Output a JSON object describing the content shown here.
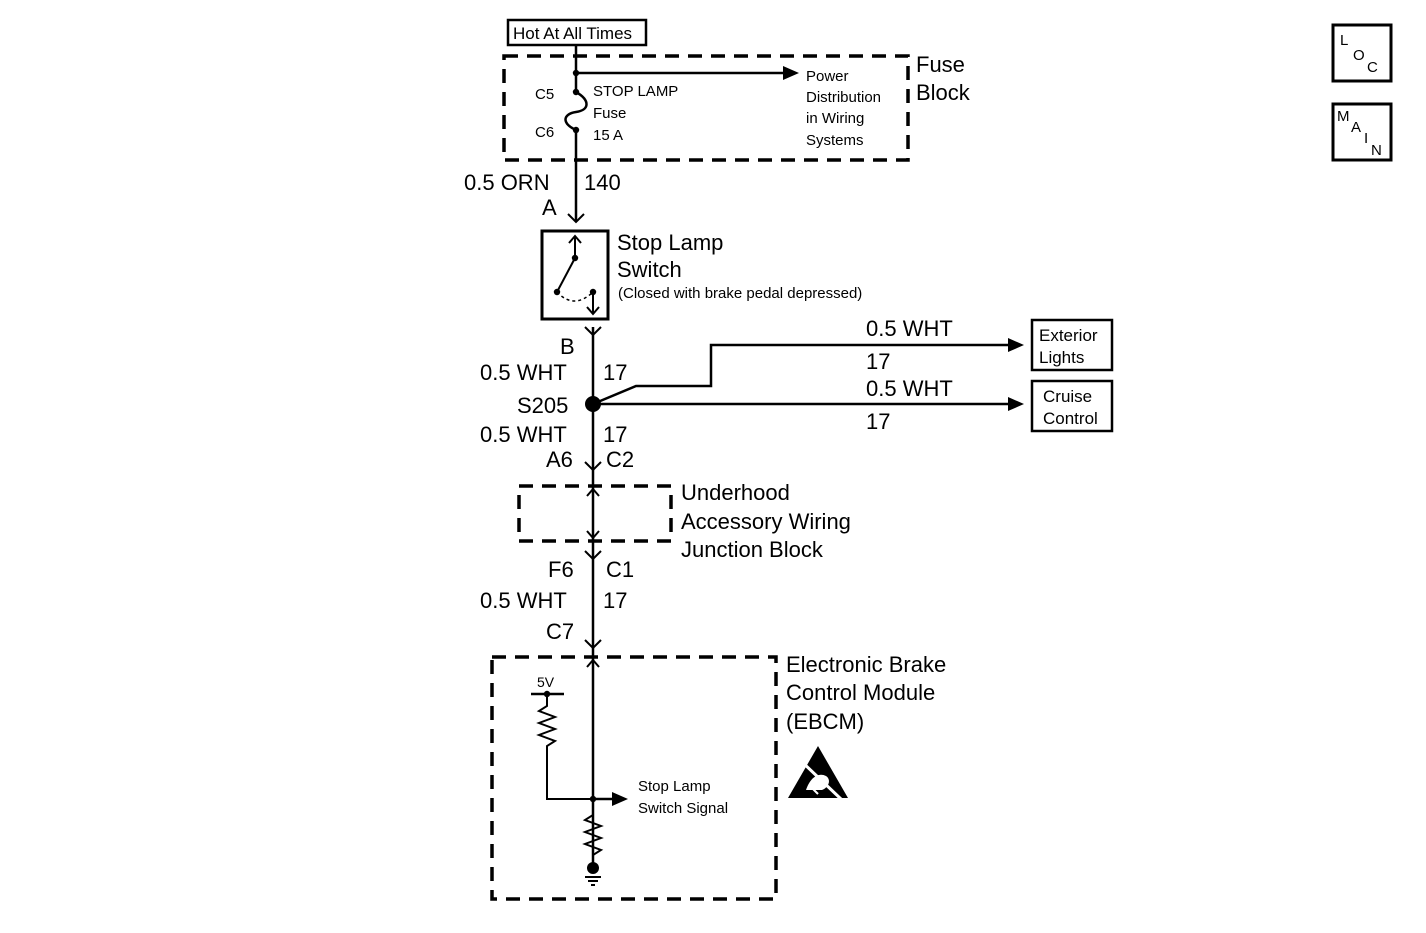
{
  "power_source": {
    "label": "Hot At All Times"
  },
  "fuse_block": {
    "title_line1": "Fuse",
    "title_line2": "Block",
    "connector_in": "C5",
    "connector_out": "C6",
    "fuse_line1": "STOP LAMP",
    "fuse_line2": "Fuse",
    "fuse_line3": "15 A",
    "branch_line1": "Power",
    "branch_line2": "Distribution",
    "branch_line3": "in Wiring",
    "branch_line4": "Systems"
  },
  "wire_fuse_to_switch": {
    "gauge_color": "0.5 ORN",
    "circuit": "140",
    "pin": "A"
  },
  "stop_lamp_switch": {
    "title_line1": "Stop Lamp",
    "title_line2": "Switch",
    "note": "(Closed with brake pedal depressed)",
    "pin_out": "B"
  },
  "wire_switch_to_splice": {
    "gauge_color": "0.5 WHT",
    "circuit": "17"
  },
  "splice": {
    "label": "S205"
  },
  "branch_exterior": {
    "gauge_color": "0.5 WHT",
    "circuit": "17",
    "dest_line1": "Exterior",
    "dest_line2": "Lights"
  },
  "branch_cruise": {
    "gauge_color": "0.5 WHT",
    "circuit": "17",
    "dest_line1": "Cruise",
    "dest_line2": "Control"
  },
  "wire_splice_to_junction": {
    "gauge_color": "0.5 WHT",
    "circuit": "17",
    "pin": "A6",
    "connector": "C2"
  },
  "junction_block": {
    "title_line1": "Underhood",
    "title_line2": "Accessory Wiring",
    "title_line3": "Junction Block"
  },
  "wire_junction_to_ebcm": {
    "pin": "F6",
    "connector": "C1",
    "gauge_color": "0.5 WHT",
    "circuit": "17",
    "ebcm_pin": "C7"
  },
  "ebcm": {
    "title_line1": "Electronic Brake",
    "title_line2": "Control Module",
    "title_line3": "(EBCM)",
    "supply": "5V",
    "signal_line1": "Stop Lamp",
    "signal_line2": "Switch Signal",
    "esd_icon": "esd-warning-icon"
  },
  "nav": {
    "loc": {
      "c1": "L",
      "c2": "O",
      "c3": "C"
    },
    "main": {
      "c1": "M",
      "c2": "A",
      "c3": "I",
      "c4": "N"
    }
  }
}
